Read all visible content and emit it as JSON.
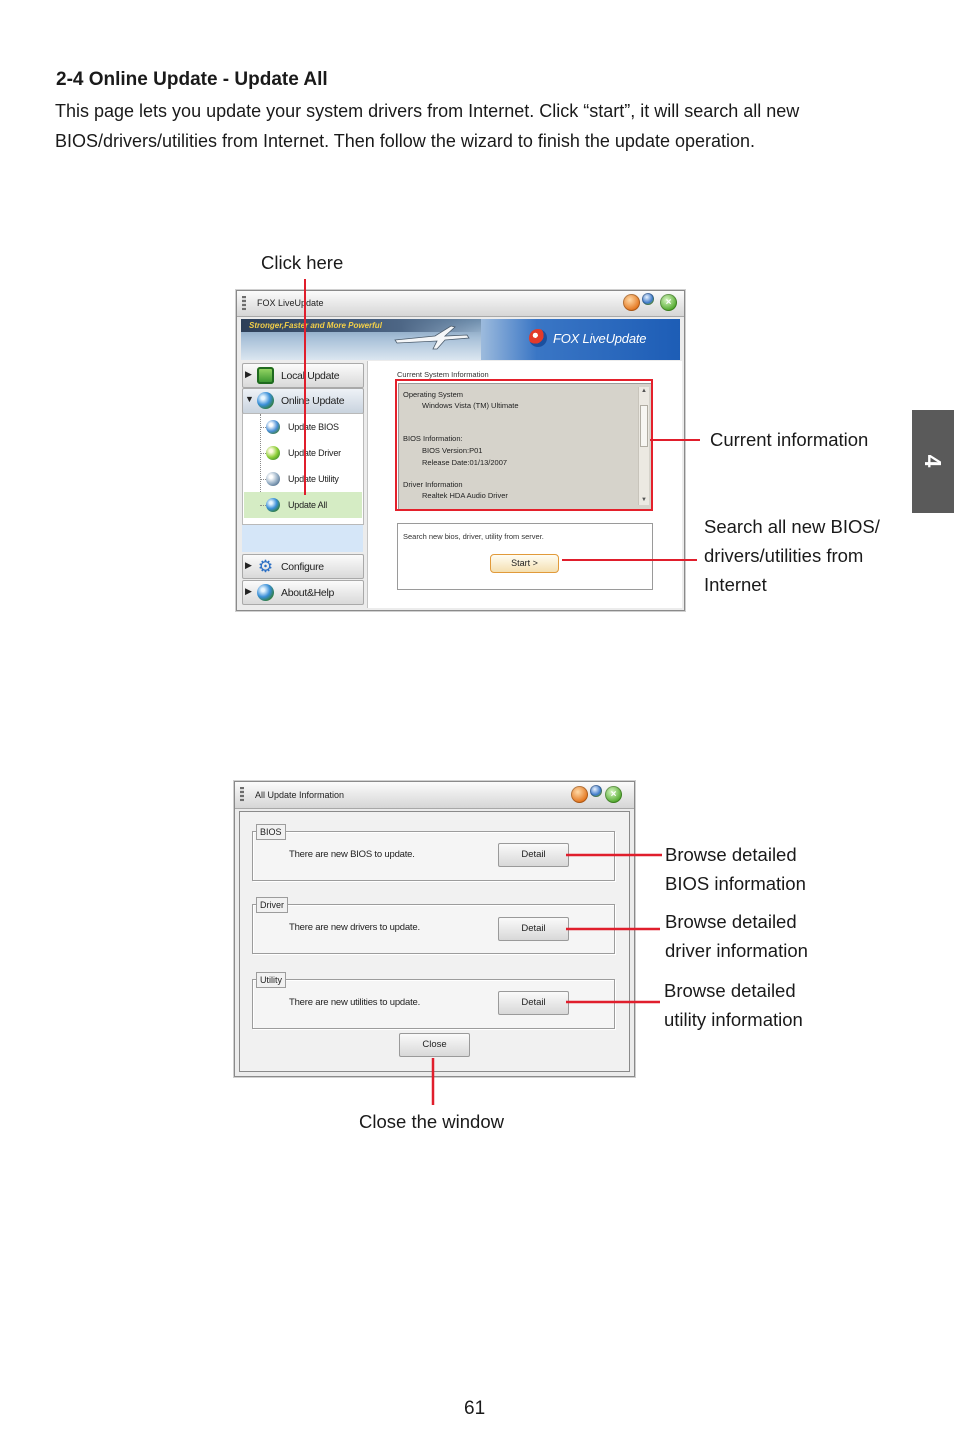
{
  "section": {
    "title": "2-4 Online Update - Update All",
    "description_lines": [
      "This page lets you update your system drivers from Internet. Click “start”, it will search all new",
      "BIOS/drivers/utilities from Internet. Then follow the wizard to finish the update operation."
    ]
  },
  "side_tab": {
    "label": "4"
  },
  "liveupdate_window": {
    "title": "FOX LiveUpdate",
    "banner_slogan": "Stronger,Faster and More Powerful",
    "logo_text": "FOX LiveUpdate",
    "nav": {
      "local_update": "Local Update",
      "online_update": "Online Update",
      "sub_items": [
        "Update BIOS",
        "Update Driver",
        "Update Utility",
        "Update All"
      ],
      "selected_sub_item": "Update All",
      "configure": "Configure",
      "about_help": "About&Help"
    },
    "current_info": {
      "label": "Current System Information",
      "os_heading": "Operating System",
      "os_value": "Windows Vista (TM) Ultimate",
      "bios_heading": "BIOS Information:",
      "bios_version": "BIOS Version:P01",
      "bios_date": "Release Date:01/13/2007",
      "driver_heading": "Driver Information",
      "driver_value": "Realtek HDA Audio Driver"
    },
    "search": {
      "text": "Search new bios, driver, utility from server.",
      "start_label": "Start >"
    }
  },
  "all_update_window": {
    "title": "All Update Information",
    "groups": [
      {
        "legend": "BIOS",
        "message": "There are new BIOS to update."
      },
      {
        "legend": "Driver",
        "message": "There are new drivers to update."
      },
      {
        "legend": "Utility",
        "message": "There are new utilities to update."
      }
    ],
    "detail_label": "Detail",
    "close_label": "Close",
    "close_icon": "×"
  },
  "callouts": {
    "click_here": "Click here",
    "current_information": "Current information",
    "search_all": [
      "Search all new BIOS/",
      "drivers/utilities from",
      "Internet"
    ],
    "browse_bios": [
      "Browse detailed",
      "BIOS information"
    ],
    "browse_driver": [
      "Browse detailed",
      "driver information"
    ],
    "browse_utility": [
      "Browse detailed",
      "utility information"
    ],
    "close_window": "Close the window"
  },
  "icons": {
    "local_update": "computer-icon",
    "online_update": "globe-icon",
    "configure": "gear-icon",
    "about_help": "globe-icon"
  },
  "colors": {
    "callout_red": "#e01e2c",
    "side_tab": "#5a5a5a",
    "selected_item_bg": "#d5ecc4",
    "banner_blue": "#1d5db6"
  },
  "page_number": "61"
}
